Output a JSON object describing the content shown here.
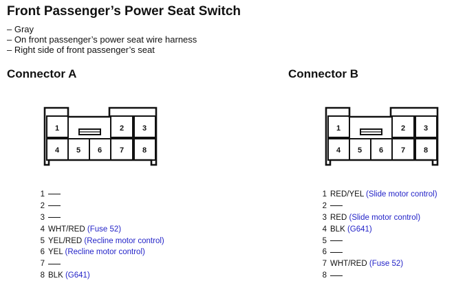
{
  "title": "Front Passenger’s Power Seat Switch",
  "bullets": [
    "– Gray",
    "– On front passenger’s power seat wire harness",
    "– Right side of front passenger’s seat"
  ],
  "connectors": [
    {
      "heading": "Connector A",
      "pins": [
        {
          "num": "1",
          "wire": "",
          "note": ""
        },
        {
          "num": "2",
          "wire": "",
          "note": ""
        },
        {
          "num": "3",
          "wire": "",
          "note": ""
        },
        {
          "num": "4",
          "wire": "WHT/RED",
          "note": "(Fuse 52)"
        },
        {
          "num": "5",
          "wire": "YEL/RED",
          "note": "(Recline motor control)"
        },
        {
          "num": "6",
          "wire": "YEL",
          "note": "(Recline motor control)"
        },
        {
          "num": "7",
          "wire": "",
          "note": ""
        },
        {
          "num": "8",
          "wire": "BLK",
          "note": "(G641)"
        }
      ]
    },
    {
      "heading": "Connector B",
      "pins": [
        {
          "num": "1",
          "wire": "RED/YEL",
          "note": "(Slide motor control)"
        },
        {
          "num": "2",
          "wire": "",
          "note": ""
        },
        {
          "num": "3",
          "wire": "RED",
          "note": "(Slide motor control)"
        },
        {
          "num": "4",
          "wire": "BLK",
          "note": "(G641)"
        },
        {
          "num": "5",
          "wire": "",
          "note": ""
        },
        {
          "num": "6",
          "wire": "",
          "note": ""
        },
        {
          "num": "7",
          "wire": "WHT/RED",
          "note": "(Fuse 52)"
        },
        {
          "num": "8",
          "wire": "",
          "note": ""
        }
      ]
    }
  ],
  "colors": {
    "note": "#2323c8",
    "line": "#111111"
  }
}
